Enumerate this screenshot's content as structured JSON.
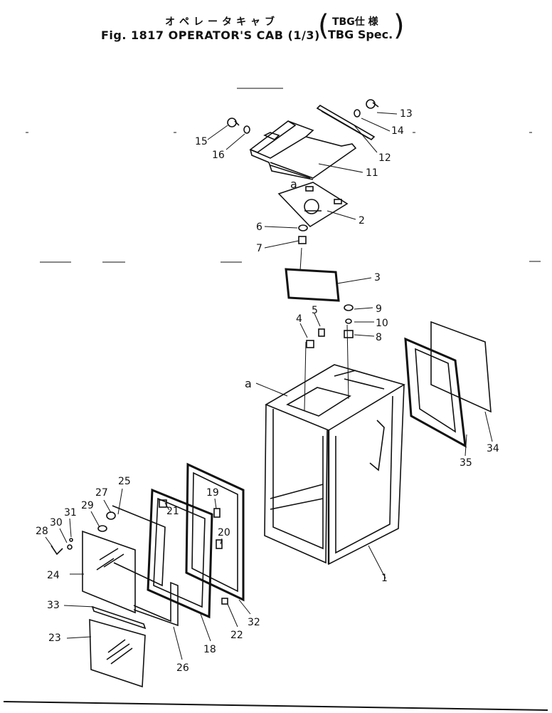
{
  "header": {
    "title_jp": "オペレータキャブ",
    "title_en": "Fig. 1817 OPERATOR'S CAB (1/3)",
    "spec_jp": "TBG仕 様",
    "spec_en": "TBG Spec."
  },
  "callouts": [
    "1",
    "2",
    "3",
    "4",
    "5",
    "6",
    "7",
    "8",
    "9",
    "10",
    "11",
    "12",
    "13",
    "14",
    "15",
    "16",
    "18",
    "19",
    "20",
    "21",
    "22",
    "23",
    "24",
    "25",
    "26",
    "27",
    "28",
    "29",
    "30",
    "31",
    "32",
    "33",
    "34",
    "35",
    "a",
    "a"
  ]
}
